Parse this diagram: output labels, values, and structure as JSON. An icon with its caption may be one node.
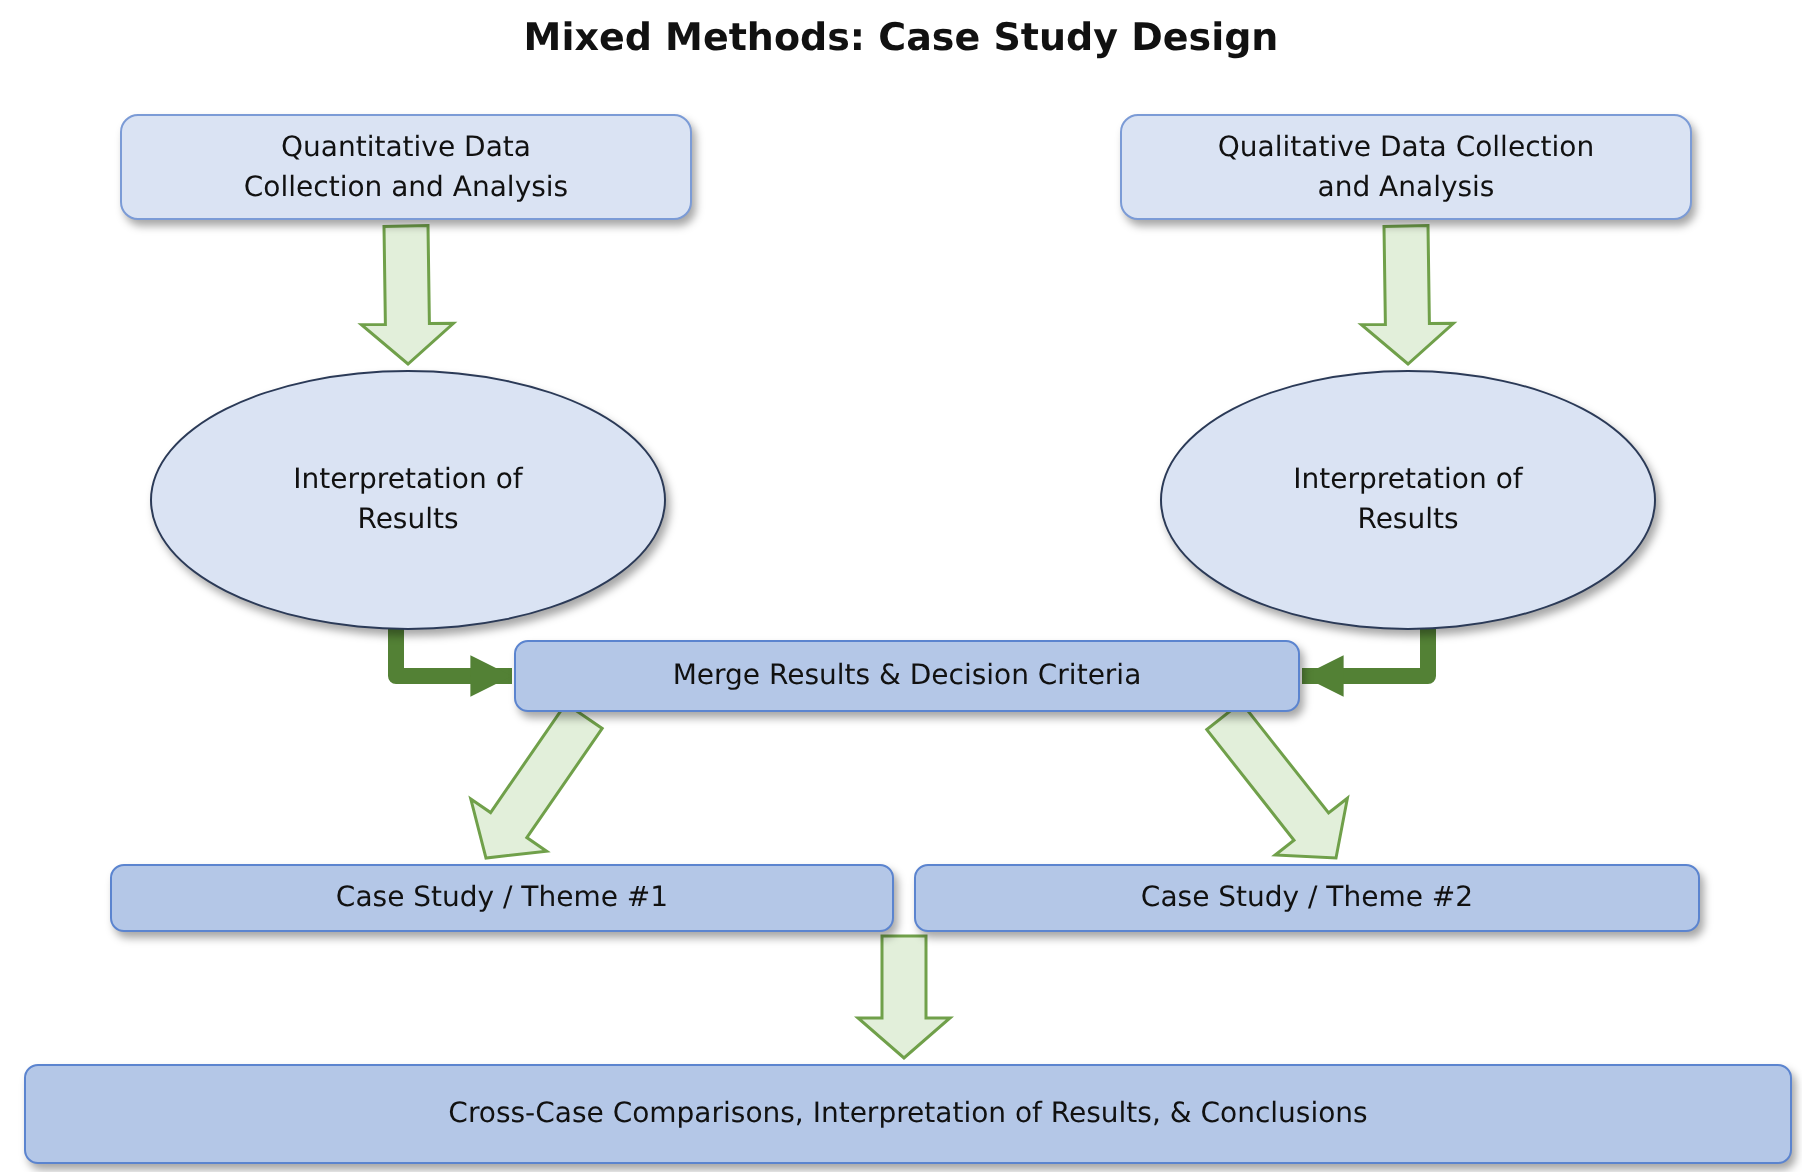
{
  "diagram": {
    "title": "Mixed Methods: Case Study Design",
    "nodes": [
      {
        "text": [
          "Quantitative Data Collection and Analysis"
        ]
      },
      {
        "text": [
          "Qualitative Data Collection and Analysis"
        ]
      },
      {
        "text": [
          "Interpretation of Results"
        ]
      },
      {
        "text": [
          "Interpretation of Results"
        ]
      },
      {
        "text": [
          "Merge Results & Decision Criteria"
        ]
      },
      {
        "text": [
          "Case Study / Theme #1"
        ]
      },
      {
        "text": [
          "Case Study / Theme #2"
        ]
      },
      {
        "text": [
          "Cross-Case Comparisons, Interpretation of Results, & Conclusions"
        ]
      }
    ],
    "edges": [
      {
        "from": 0,
        "to": 2,
        "arrow": "to"
      },
      {
        "from": 1,
        "to": 3,
        "arrow": "to"
      },
      {
        "from": 2,
        "to": 4,
        "arrow": "to",
        "color": "#538135"
      },
      {
        "from": 3,
        "to": 4,
        "arrow": "to",
        "color": "#538135"
      },
      {
        "from": 4,
        "to": 5,
        "arrow": "to"
      },
      {
        "from": 4,
        "to": 6,
        "arrow": "to"
      },
      {
        "from": 5,
        "to": 7,
        "arrow": "to"
      },
      {
        "from": 6,
        "to": 7,
        "arrow": "to"
      }
    ]
  }
}
